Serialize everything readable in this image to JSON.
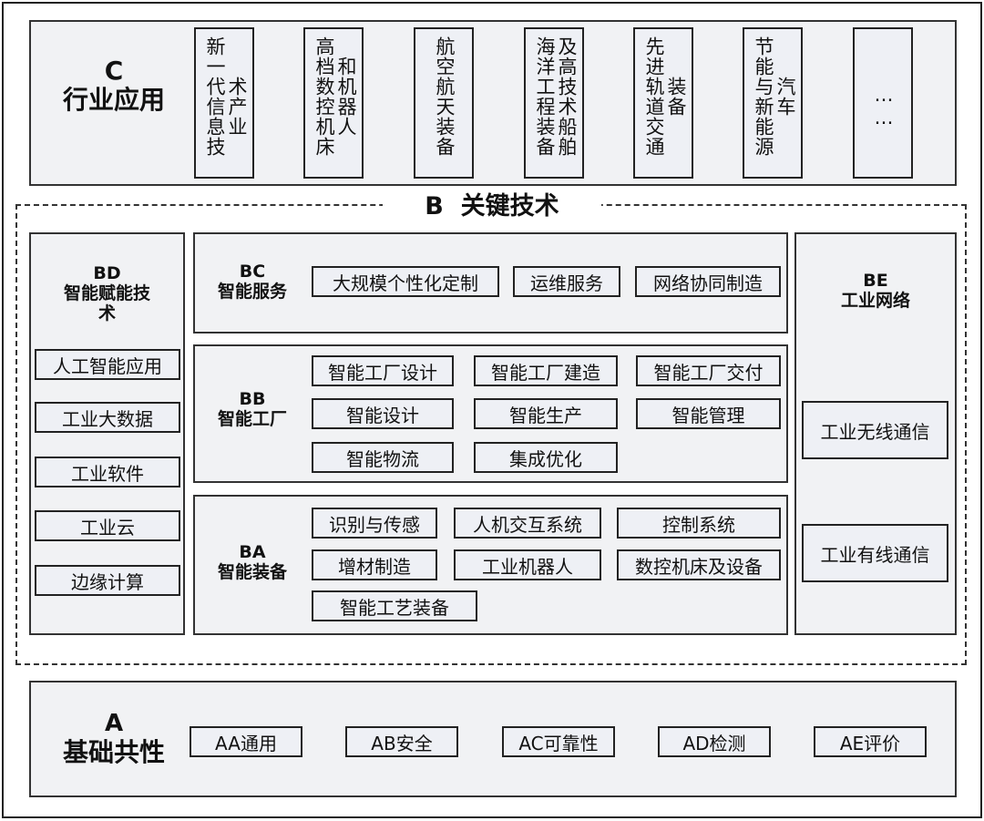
{
  "c": {
    "code": "C",
    "title": "行业应用",
    "industries": [
      {
        "col1": "新一代信息技",
        "col2": "术产业"
      },
      {
        "col1": "高档数控机床",
        "col2": "和机器人"
      },
      {
        "col1": "航空航天装备",
        "col2": ""
      },
      {
        "col1": "海洋工程装备",
        "col2": "及高技术船舶"
      },
      {
        "col1": "先进轨道交通",
        "col2": "装备"
      },
      {
        "col1": "节能与新能源",
        "col2": "汽车"
      },
      {
        "col1": "……",
        "col2": ""
      }
    ]
  },
  "b": {
    "title": "B  关键技术",
    "bd": {
      "code": "BD",
      "name": "智能赋能技术",
      "items": [
        "人工智能应用",
        "工业大数据",
        "工业软件",
        "工业云",
        "边缘计算"
      ]
    },
    "bc": {
      "code": "BC",
      "name": "智能服务",
      "items": [
        "大规模个性化定制",
        "运维服务",
        "网络协同制造"
      ]
    },
    "bb": {
      "code": "BB",
      "name": "智能工厂",
      "items": [
        "智能工厂设计",
        "智能工厂建造",
        "智能工厂交付",
        "智能设计",
        "智能生产",
        "智能管理",
        "智能物流",
        "集成优化"
      ]
    },
    "ba": {
      "code": "BA",
      "name": "智能装备",
      "items": [
        "识别与传感",
        "人机交互系统",
        "控制系统",
        "增材制造",
        "工业机器人",
        "数控机床及设备",
        "智能工艺装备"
      ]
    },
    "be": {
      "code": "BE",
      "name": "工业网络",
      "items": [
        "工业无线通信",
        "工业有线通信"
      ]
    }
  },
  "a": {
    "code": "A",
    "title": "基础共性",
    "items": [
      "AA通用",
      "AB安全",
      "AC可靠性",
      "AD检测",
      "AE评价"
    ]
  }
}
